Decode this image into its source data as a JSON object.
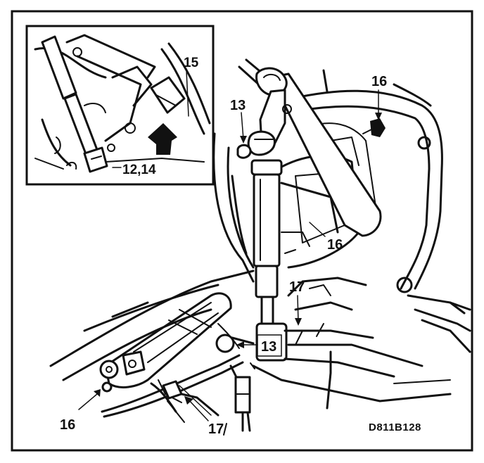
{
  "figure": {
    "code": "D811B128",
    "inset_labels": {
      "label_15": "15",
      "label_12_14": "12,14"
    },
    "labels": {
      "label_13_top": "13",
      "label_16_top": "16",
      "label_16_mid": "16",
      "label_17_right": "17",
      "label_13_boxed": "13",
      "label_16_bottom": "16",
      "label_17_bottom": "17"
    }
  }
}
